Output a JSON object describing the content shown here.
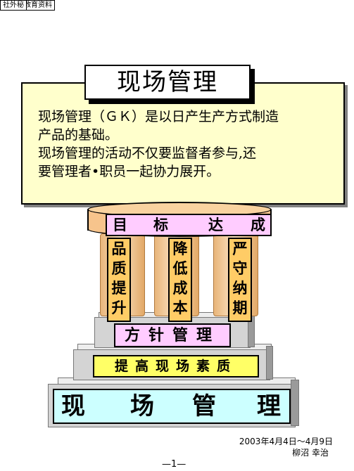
{
  "header": {
    "doc_tag": "部长用教育资料",
    "confidential_tag": "社外秘"
  },
  "title": "现场管理",
  "intro": {
    "lines": [
      "现场管理（ＧＫ）是以日产生产方式制造",
      "产品的基础。",
      "现场管理的活动不仅要监督者参与,还",
      "要管理者•职员一起协力展开。"
    ]
  },
  "diagram": {
    "goal": [
      "目",
      "标",
      "达",
      "成"
    ],
    "pillars": [
      [
        "品",
        "质",
        "提",
        "升"
      ],
      [
        "降",
        "低",
        "成",
        "本"
      ],
      [
        "严",
        "守",
        "纳",
        "期"
      ]
    ],
    "policy": "方针管理",
    "improve": "提高现场素质",
    "base": [
      "现",
      "场",
      "管",
      "理"
    ]
  },
  "footer": {
    "date": "2003年4月4日～4月9日",
    "author": "柳沼 幸治",
    "page": "—1—"
  }
}
